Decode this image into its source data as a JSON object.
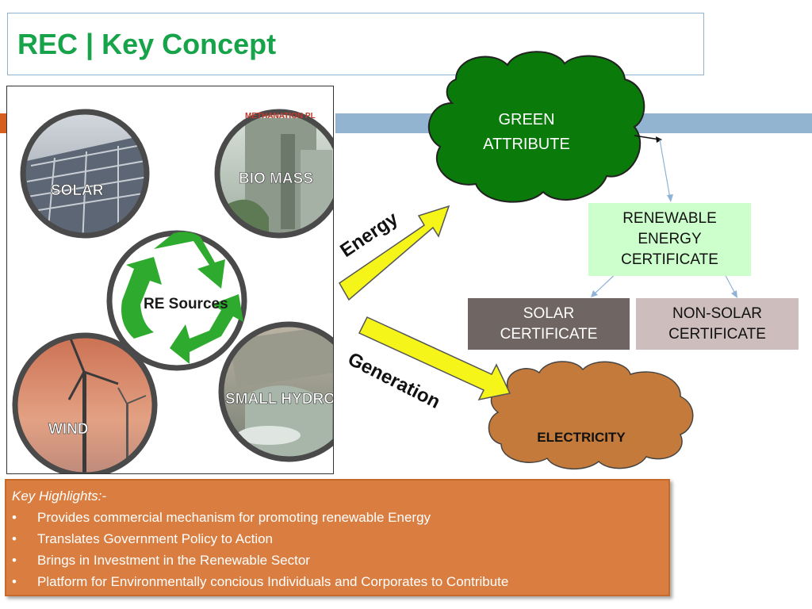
{
  "slide": {
    "title": "REC | Key Concept"
  },
  "image": {
    "center_label": "RE Sources",
    "sources": [
      "SOLAR",
      "BIO MASS",
      "WIND",
      "SMALL HYDRO"
    ],
    "signage": "METHANATION PL"
  },
  "diagram": {
    "green_attribute": "GREEN ATTRIBUTE",
    "green_attribute_lines": [
      "GREEN",
      "ATTRIBUTE"
    ],
    "rec_lines": [
      "RENEWABLE",
      "ENERGY",
      "CERTIFICATE"
    ],
    "solar_cert_lines": [
      "SOLAR",
      "CERTIFICATE"
    ],
    "nonsolar_cert_lines": [
      "NON-SOLAR",
      "CERTIFICATE"
    ],
    "electricity": "ELECTRICITY",
    "energy_arrow_label": "Energy",
    "generation_arrow_label": "Generation"
  },
  "highlights": {
    "heading": "Key Highlights:-",
    "bullet_symbol": "•",
    "items": [
      "Provides commercial mechanism for promoting renewable Energy",
      "Translates Government Policy to Action",
      "Brings in Investment in the Renewable Sector",
      "Platform for Environmentally concious Individuals and Corporates to  Contribute"
    ]
  },
  "colors": {
    "title": "#17a34a",
    "green_cloud": "#0a7a0a",
    "electricity_cloud": "#c47a3a",
    "arrow_fill": "#f5f51a",
    "rec_box": "#ccffcc",
    "solar_box": "#6f6562",
    "nonsolar_box": "#cdbdbd",
    "highlights_bg": "#d97e40",
    "band_blue": "#92b4d0",
    "band_orange": "#d65f1f"
  }
}
